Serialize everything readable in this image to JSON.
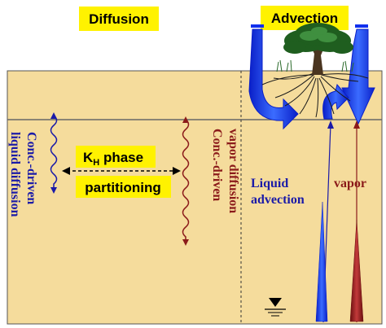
{
  "labels": {
    "diffusion": "Diffusion",
    "advection": "Advection",
    "kh_main": "K",
    "kh_sub": "H",
    "kh_rest": " phase",
    "partitioning": "partitioning",
    "liquid_diff_line1": "Conc.-driven",
    "liquid_diff_line2": "liquid diffusion",
    "vapor_diff_line1": "Conc.-driven",
    "vapor_diff_line2": "vapor diffusion",
    "liquid_adv_line1": "Liquid",
    "liquid_adv_line2": "advection",
    "vapor": "vapor"
  },
  "colors": {
    "upper_layer": "#f5dc9c",
    "lower_layer": "#f5dc9c",
    "label_box": "#fff200",
    "liquid": "#1a1aa8",
    "vapor": "#8b1a1a",
    "arrow_blue": "#1030ee"
  },
  "icons": {
    "tree": "tree-icon",
    "water_table": "water-table-icon"
  }
}
